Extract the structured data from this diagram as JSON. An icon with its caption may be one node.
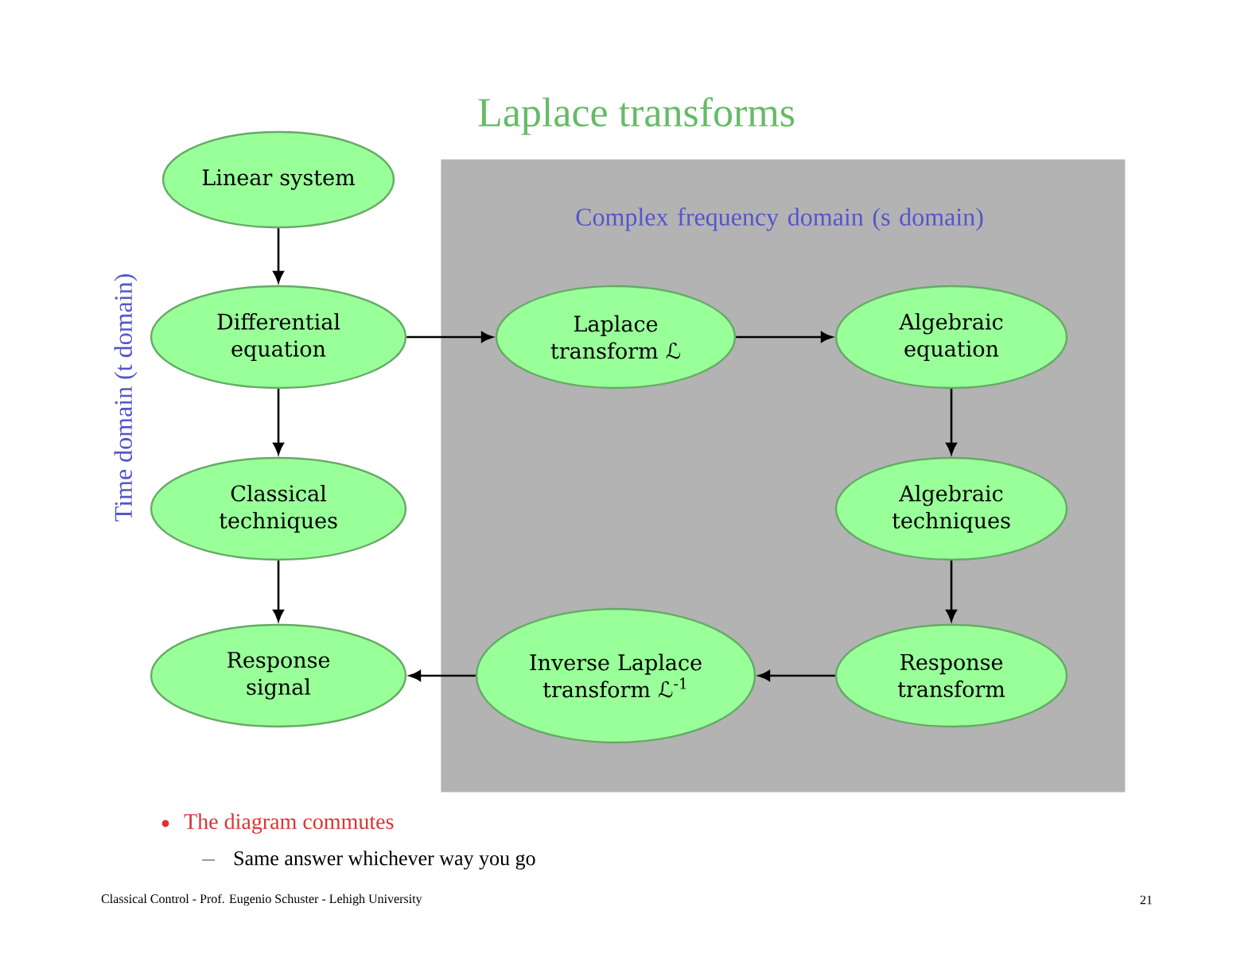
{
  "diagram": {
    "title": "Laplace transforms",
    "nodes": [
      {
        "text": [
          "Linear system"
        ]
      },
      {
        "text": [
          "Differential equation"
        ]
      },
      {
        "text": [
          "Complex frequency domain (s domain)"
        ]
      },
      {
        "text": [
          "Laplace transform ℒ"
        ],
        "in": 2
      },
      {
        "text": [
          "Algebraic equation"
        ],
        "in": 2
      },
      {
        "text": [
          "Classical techniques"
        ]
      },
      {
        "text": [
          "Algebraic techniques"
        ],
        "in": 2
      },
      {
        "text": [
          "Response signal"
        ]
      },
      {
        "text": [
          "Inverse Laplace transform ℒ$^{-1}$"
        ],
        "in": 2
      },
      {
        "text": [
          "Response transform"
        ],
        "in": 2
      }
    ],
    "edges": [
      {
        "from": 0,
        "to": 1,
        "arrow": "to"
      },
      {
        "from": 1,
        "to": 3,
        "arrow": "to"
      },
      {
        "from": 3,
        "to": 4,
        "arrow": "to"
      },
      {
        "from": 4,
        "to": 6,
        "arrow": "to"
      },
      {
        "from": 6,
        "to": 9,
        "arrow": "to"
      },
      {
        "from": 9,
        "to": 8,
        "arrow": "to"
      },
      {
        "from": 8,
        "to": 7,
        "arrow": "to"
      },
      {
        "from": 1,
        "to": 5,
        "arrow": "to"
      },
      {
        "from": 5,
        "to": 7,
        "arrow": "to"
      }
    ],
    "labels": [
      "Time domain (t domain)",
      "The diagram commutes",
      "Same answer whichever way you go",
      "Classical Control - Prof. Eugenio Schuster - Lehigh University",
      "21"
    ]
  }
}
